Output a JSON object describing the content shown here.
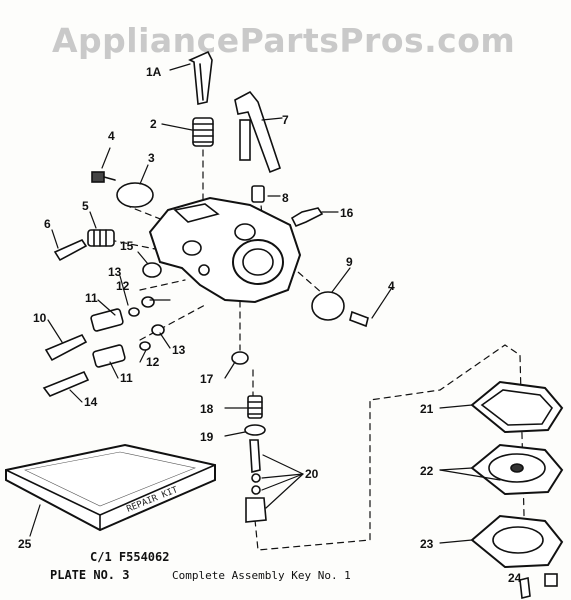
{
  "watermark": "AppliancePartsPros.com",
  "callouts": {
    "p1a": "1A",
    "p2": "2",
    "p3": "3",
    "p4a": "4",
    "p4b": "4",
    "p5": "5",
    "p6": "6",
    "p7": "7",
    "p8": "8",
    "p9": "9",
    "p10": "10",
    "p11a": "11",
    "p11b": "11",
    "p12a": "12",
    "p12b": "12",
    "p13a": "13",
    "p13b": "13",
    "p14": "14",
    "p15": "15",
    "p16": "16",
    "p17": "17",
    "p18": "18",
    "p19": "19",
    "p20": "20",
    "p21": "21",
    "p22": "22",
    "p23": "23",
    "p24": "24",
    "p25": "25"
  },
  "kit_label": "REPAIR KIT",
  "footer": {
    "assembly_code": "C/1 F554062",
    "plate": "PLATE NO. 3",
    "caption": "Complete Assembly Key No. 1"
  }
}
